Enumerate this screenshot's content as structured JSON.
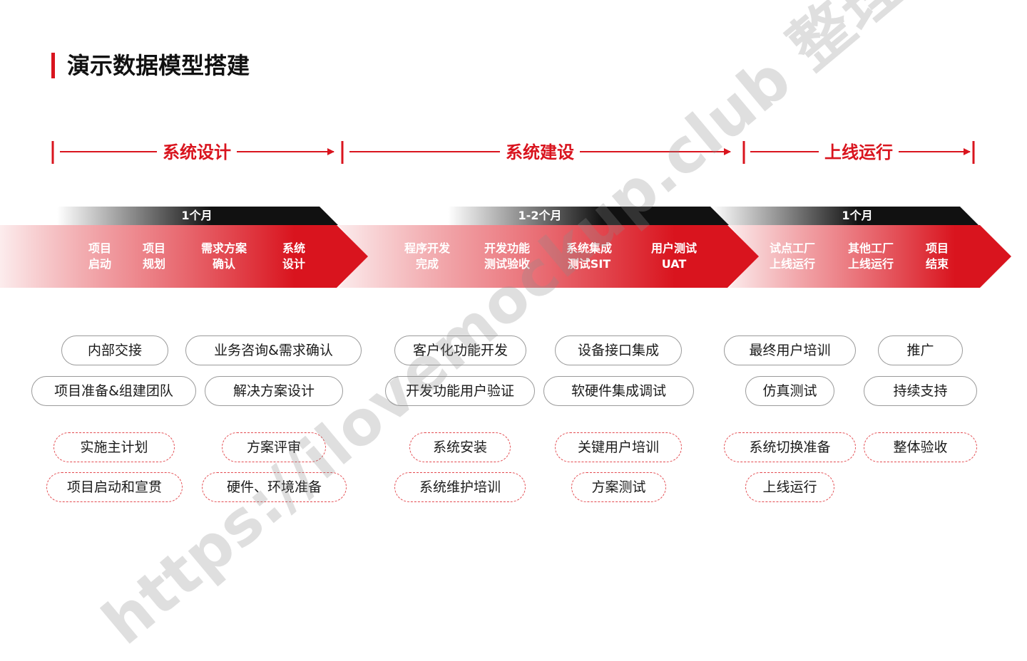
{
  "page": {
    "title": "演示数据模型搭建"
  },
  "colors": {
    "accent": "#d9141e",
    "dark": "#111111",
    "pill_border": "#9a9a9a",
    "dash_border": "#e34a4f"
  },
  "phases": [
    {
      "label": "系统设计",
      "duration": "1个月",
      "steps": [
        [
          "项目",
          "启动"
        ],
        [
          "项目",
          "规划"
        ],
        [
          "需求方案",
          "确认"
        ],
        [
          "系统",
          "设计"
        ]
      ]
    },
    {
      "label": "系统建设",
      "duration": "1-2个月",
      "steps": [
        [
          "程序开发",
          "完成"
        ],
        [
          "开发功能",
          "测试验收"
        ],
        [
          "系统集成",
          "测试SIT"
        ],
        [
          "用户测试",
          "UAT"
        ]
      ]
    },
    {
      "label": "上线运行",
      "duration": "1个月",
      "steps": [
        [
          "试点工厂",
          "上线运行"
        ],
        [
          "其他工厂",
          "上线运行"
        ],
        [
          "项目",
          "结束"
        ]
      ]
    }
  ],
  "tasks": {
    "design": [
      "内部交接",
      "业务咨询&需求确认",
      "项目准备&组建团队",
      "解决方案设计"
    ],
    "design_planned": [
      "实施主计划",
      "方案评审",
      "项目启动和宣贯",
      "硬件、环境准备"
    ],
    "build": [
      "客户化功能开发",
      "设备接口集成",
      "开发功能用户验证",
      "软硬件集成调试"
    ],
    "build_planned": [
      "系统安装",
      "关键用户培训",
      "系统维护培训",
      "方案测试"
    ],
    "run": [
      "最终用户培训",
      "推广",
      "仿真测试",
      "持续支持"
    ],
    "run_planned": [
      "系统切换准备",
      "整体验收",
      "上线运行"
    ]
  },
  "watermark": "https://ilovemockup.club 整理"
}
